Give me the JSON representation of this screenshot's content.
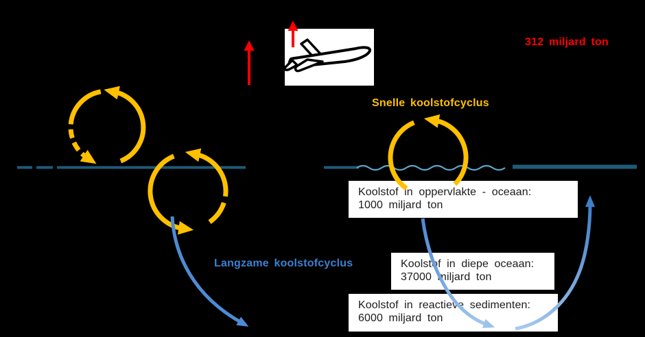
{
  "labels": {
    "emission": "312 miljard ton",
    "fast_cycle": "Snelle koolstofcyclus",
    "slow_cycle": "Langzame koolstofcyclus"
  },
  "reservoir_boxes": [
    {
      "line1": "Koolstof in oppervlakte - oceaan:",
      "line2": "1000 miljard ton"
    },
    {
      "line1": "Koolstof in diepe oceaan:",
      "line2": "37000 miljard ton"
    },
    {
      "line1": "Koolstof in reactieve sedimenten:",
      "line2": "6000 miljard ton"
    }
  ],
  "icons": {
    "airplane": "airplane-takeoff-icon"
  },
  "colors": {
    "background": "#000000",
    "fast_cycle_yellow": "#FFC000",
    "emission_red": "#FF0000",
    "slow_cycle_blue": "#3C80D1",
    "waterline_teal": "#1E5B77",
    "wave_blue": "#5CA7CF",
    "arrow_blue": "#4E8BD4",
    "arrow_blue_light": "#9DC3E8",
    "arrow_blue_dark": "#3F7EC8"
  }
}
